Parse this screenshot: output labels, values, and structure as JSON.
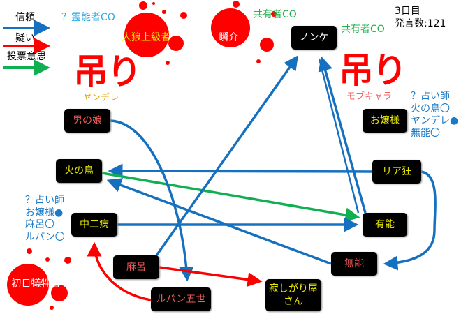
{
  "legend": [
    {
      "label": "信頼",
      "color": "#1670c0"
    },
    {
      "label": "疑い",
      "color": "#ff0000"
    },
    {
      "label": "投票意思",
      "color": "#10a050"
    }
  ],
  "status": {
    "day": "3日目",
    "posts": "発言数:121"
  },
  "nodes": {
    "jinro": "人狼上級者",
    "shunsuke": "瞬介",
    "nonke": "ノンケ",
    "ojousama": "お嬢様",
    "otokonoko": "男の娘",
    "hinotori": "火の鳥",
    "riakyo": "リア狂",
    "chuni": "中二病",
    "yuno": "有能",
    "maro": "麻呂",
    "muno": "無能",
    "shonichi": "初日犠牲者",
    "lupin": "ルパン五世",
    "sabishigari": "寂しがり屋さん"
  },
  "labels": {
    "reino": "？霊能者CO",
    "kyoyu1": "共有者CO",
    "kyoyu2": "共有者CO",
    "tsuri_left": "吊り",
    "tsuri_left_sub": "ヤンデレ",
    "tsuri_right": "吊り",
    "tsuri_right_sub": "モブキャラ"
  },
  "seer_right": [
    "？占い師",
    "火の鳥〇",
    "ヤンデレ●",
    "無能〇"
  ],
  "seer_left": [
    "？占い師",
    "お嬢様●",
    "麻呂〇",
    "ルパン〇"
  ]
}
